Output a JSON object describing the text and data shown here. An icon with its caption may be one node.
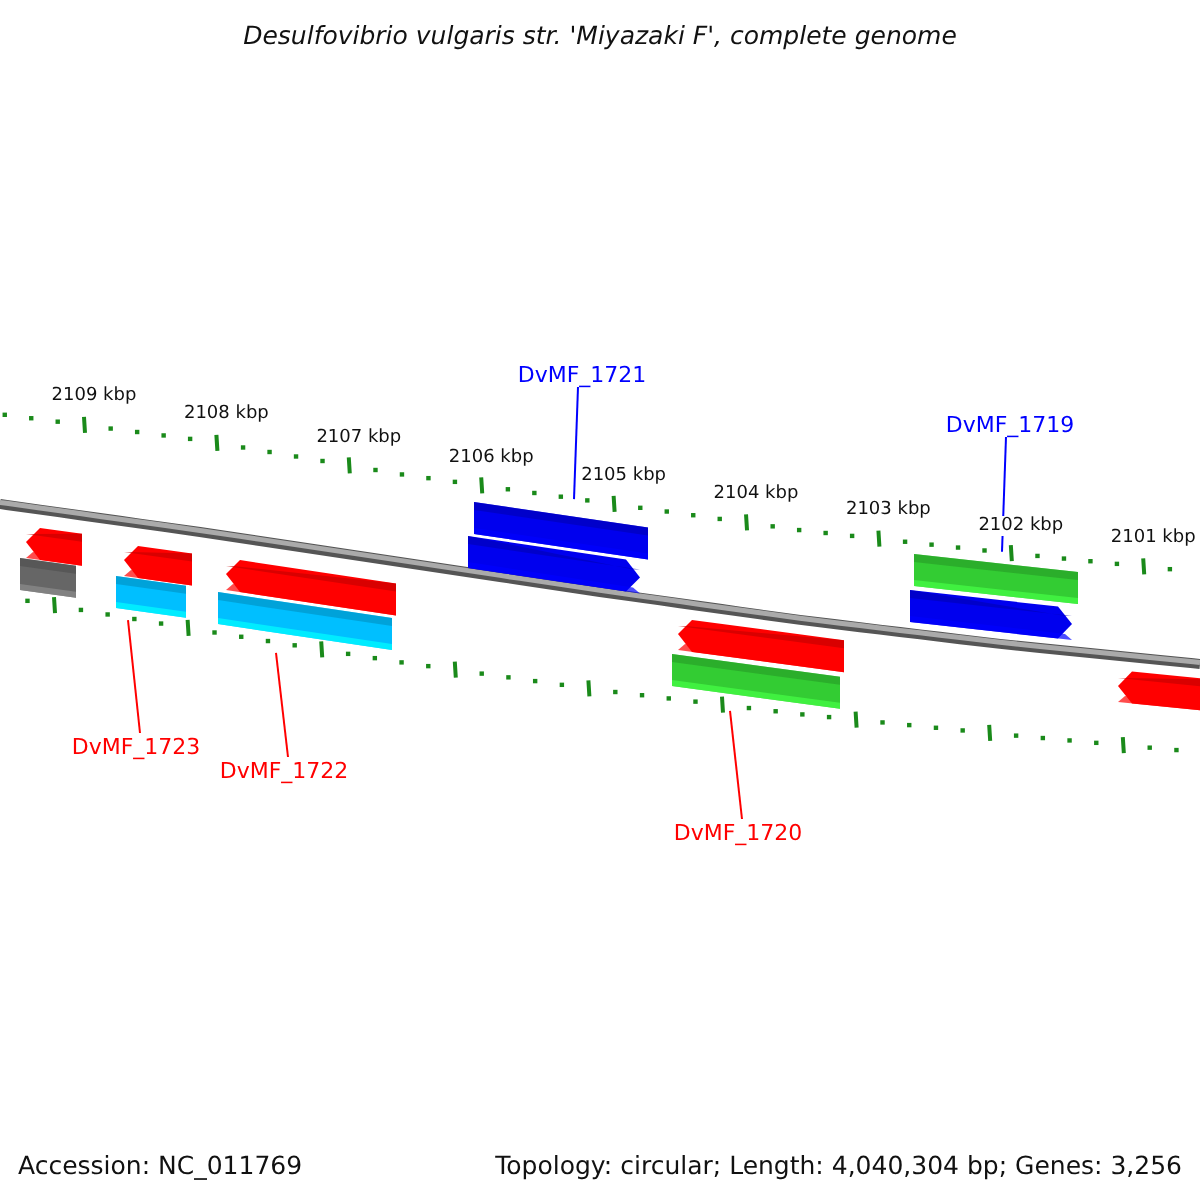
{
  "diagram": {
    "title": "Desulfovibrio vulgaris str. 'Miyazaki F', complete genome",
    "nodes": [
      {
        "text": [
          "DvMF_1721"
        ]
      },
      {
        "text": [
          "DvMF_1719"
        ]
      },
      {
        "text": [],
        "shape": "bar"
      },
      {
        "text": [],
        "shape": "bar"
      },
      {
        "text": [],
        "shape": "bar"
      },
      {
        "text": [],
        "shape": "bar"
      },
      {
        "text": [],
        "shape": "bar"
      },
      {
        "text": [],
        "shape": "bar"
      },
      {
        "text": [],
        "shape": "bar"
      },
      {
        "text": [],
        "shape": "bar"
      },
      {
        "text": [],
        "shape": "bar"
      },
      {
        "text": [],
        "shape": "bar"
      },
      {
        "text": [],
        "shape": "bar"
      },
      {
        "text": [],
        "shape": "bar"
      },
      {
        "text": [],
        "shape": "bar"
      },
      {
        "text": [
          "DvMF_1723"
        ]
      },
      {
        "text": [
          "DvMF_1722"
        ]
      },
      {
        "text": [
          "DvMF_1720"
        ]
      }
    ],
    "edges": [
      {
        "from": 0,
        "to": 8,
        "arrow": "none",
        "color": "#0000ff"
      },
      {
        "from": 1,
        "to": 12,
        "arrow": "none",
        "color": "#0000ff"
      },
      {
        "from": 15,
        "to": 5,
        "arrow": "none"
      },
      {
        "from": 16,
        "to": 7,
        "arrow": "none"
      },
      {
        "from": 17,
        "to": 11,
        "arrow": "none"
      }
    ],
    "labels": [
      "2109 kbp",
      "2108 kbp",
      "2107 kbp",
      "2106 kbp",
      "2105 kbp",
      "2104 kbp",
      "2103 kbp",
      "2102 kbp",
      "2101 kbp",
      "Accession: NC_011769",
      "Topology: circular; Length: 4,040,304 bp; Genes: 3,256"
    ]
  }
}
